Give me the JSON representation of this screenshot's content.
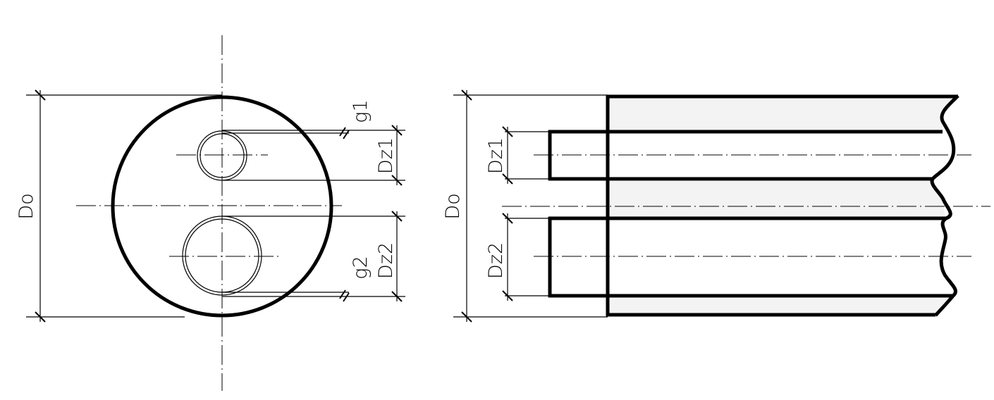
{
  "labels": {
    "do": "Do",
    "dz1": "Dz1",
    "dz2": "Dz2",
    "g1": "g1",
    "g2": "g2"
  },
  "colors": {
    "line": "#000000",
    "insulation_fill": "#f3f3f3",
    "background": "#ffffff"
  }
}
